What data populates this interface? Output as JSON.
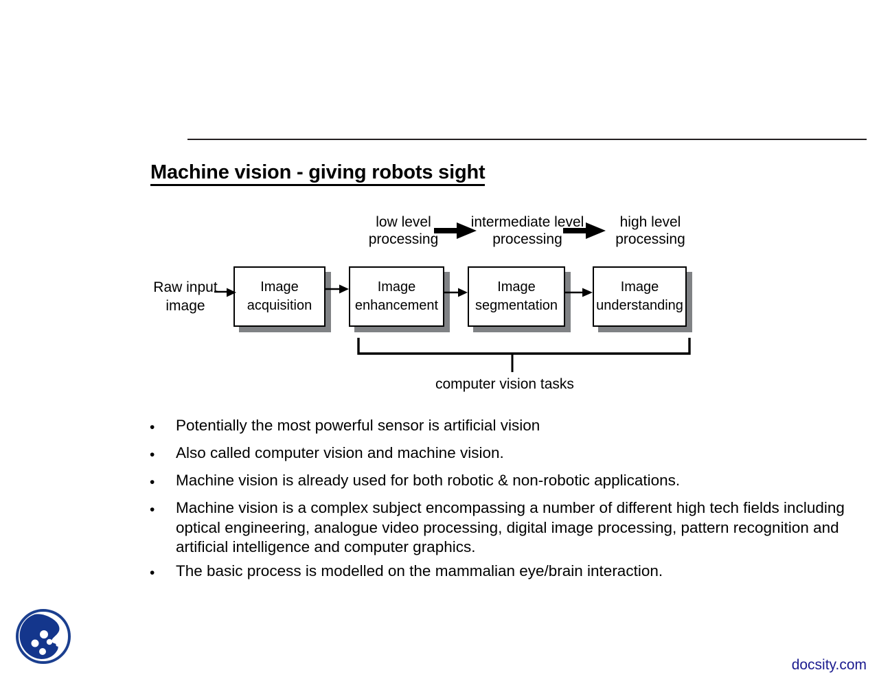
{
  "slide": {
    "title": "Machine vision - giving robots sight"
  },
  "diagram": {
    "input_label_line1": "Raw input",
    "input_label_line2": "image",
    "stage_labels": [
      {
        "line1": "low level",
        "line2": "processing"
      },
      {
        "line1": "intermediate level",
        "line2": "processing"
      },
      {
        "line1": "high level",
        "line2": "processing"
      }
    ],
    "boxes": [
      {
        "line1": "Image",
        "line2": "acquisition"
      },
      {
        "line1": "Image",
        "line2": "enhancement"
      },
      {
        "line1": "Image",
        "line2": "segmentation"
      },
      {
        "line1": "Image",
        "line2": "understanding"
      }
    ],
    "bracket_label": "computer vision tasks"
  },
  "bullets": [
    {
      "marker": "•",
      "text": "Potentially the most powerful sensor is artificial vision"
    },
    {
      "marker": "•",
      "text": "Also called computer vision and machine vision."
    },
    {
      "marker": "•",
      "text": "Machine vision is already used for both robotic & non-robotic applications."
    },
    {
      "marker": "•",
      "text": "Machine vision is a complex subject encompassing a number of different high tech fields including optical engineering, analogue video processing, digital image processing, pattern recognition and artificial intelligence and computer graphics."
    },
    {
      "marker": "•",
      "text": "The basic process is modelled on the mammalian eye/brain interaction."
    }
  ],
  "footer": {
    "brand": "docsity.com"
  },
  "colors": {
    "brand_blue": "#1b3f8f",
    "footer_blue": "#1b1b8f",
    "shadow_gray": "#808285",
    "rule_black": "#231f20"
  }
}
